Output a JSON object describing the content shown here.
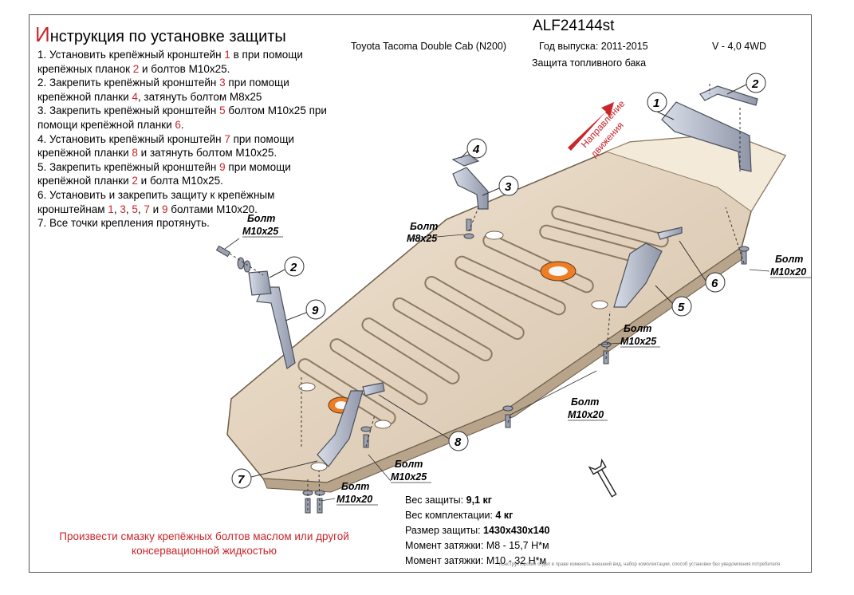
{
  "title": {
    "first_letter": "И",
    "rest": "нструкция по установке защиты"
  },
  "header": {
    "code": "ALF24144st",
    "vehicle": "Toyota Tacoma Double Cab (N200)",
    "year": "Год выпуска: 2011-2015",
    "engine": "V - 4,0 4WD",
    "part_name": "Защита топливного бака"
  },
  "steps": [
    [
      {
        "t": "1. Установить крепёжный кронштейн "
      },
      {
        "t": "1",
        "r": true
      },
      {
        "t": " в при помощи крепёжных планок "
      },
      {
        "t": "2",
        "r": true
      },
      {
        "t": " и болтов М10х25."
      }
    ],
    [
      {
        "t": "2. Закрепить крепёжный кронштейн "
      },
      {
        "t": "3",
        "r": true
      },
      {
        "t": " при помощи крепёжной планки "
      },
      {
        "t": "4",
        "r": true
      },
      {
        "t": ", затянуть болтом М8х25"
      }
    ],
    [
      {
        "t": "3. Закрепить крепёжный кронштейн "
      },
      {
        "t": "5",
        "r": true
      },
      {
        "t": " болтом М10х25 при помощи крепёжной планки "
      },
      {
        "t": "6",
        "r": true
      },
      {
        "t": "."
      }
    ],
    [
      {
        "t": "4. Установить крепёжный кронштейн "
      },
      {
        "t": "7",
        "r": true
      },
      {
        "t": " при помощи крепёжной планки "
      },
      {
        "t": "8",
        "r": true
      },
      {
        "t": " и затянуть болтом М10х25."
      }
    ],
    [
      {
        "t": "5. Закрепить крепёжный кронштейн "
      },
      {
        "t": "9",
        "r": true
      },
      {
        "t": " при момощи крепёжной планки "
      },
      {
        "t": "2",
        "r": true
      },
      {
        "t": " и болта М10х25."
      }
    ],
    [
      {
        "t": "6. Установить и закрепить защиту к крепёжным кронштейнам "
      },
      {
        "t": "1",
        "r": true
      },
      {
        "t": ", "
      },
      {
        "t": "3",
        "r": true
      },
      {
        "t": ", "
      },
      {
        "t": "5",
        "r": true
      },
      {
        "t": ", "
      },
      {
        "t": "7",
        "r": true
      },
      {
        "t": " и "
      },
      {
        "t": "9",
        "r": true
      },
      {
        "t": " болтами М10х20."
      }
    ],
    [
      {
        "t": "7. Все точки крепления протянуть."
      }
    ]
  ],
  "bolt_labels": {
    "b1": {
      "line1": "Болт",
      "line2": "М10х25"
    },
    "b2": {
      "line1": "Болт",
      "line2": "М8х25"
    },
    "b3": {
      "line1": "Болт",
      "line2": "М10х20"
    },
    "b4": {
      "line1": "Болт",
      "line2": "М10х25"
    },
    "b5": {
      "line1": "Болт",
      "line2": "М10х20"
    },
    "b6": {
      "line1": "Болт",
      "line2": "М10х25"
    },
    "b7": {
      "line1": "Болт",
      "line2": "М10х20"
    }
  },
  "callouts": [
    "1",
    "2",
    "3",
    "4",
    "2",
    "9",
    "6",
    "5",
    "8",
    "7"
  ],
  "direction": {
    "line1": "Направление",
    "line2": "движения"
  },
  "spec": {
    "weight_label": "Вес защиты: ",
    "weight": "9,1  кг",
    "kit_label": "Вес комплектации: ",
    "kit": "4 кг",
    "size_label": "Размер защиты: ",
    "size": "1430х430х140",
    "torque1": "Момент затяжки:  М8 - 15,7 Н*м",
    "torque2": "Момент затяжки:  М10 - 32 Н*м"
  },
  "warning": "Произвести смазку крепёжных болтов маслом или другой консервационной жидкостью",
  "fine_print": "Конструкторский отдел в праве изменять внешний вид, набор комплектации, способ установки без уведомления потребителя"
}
